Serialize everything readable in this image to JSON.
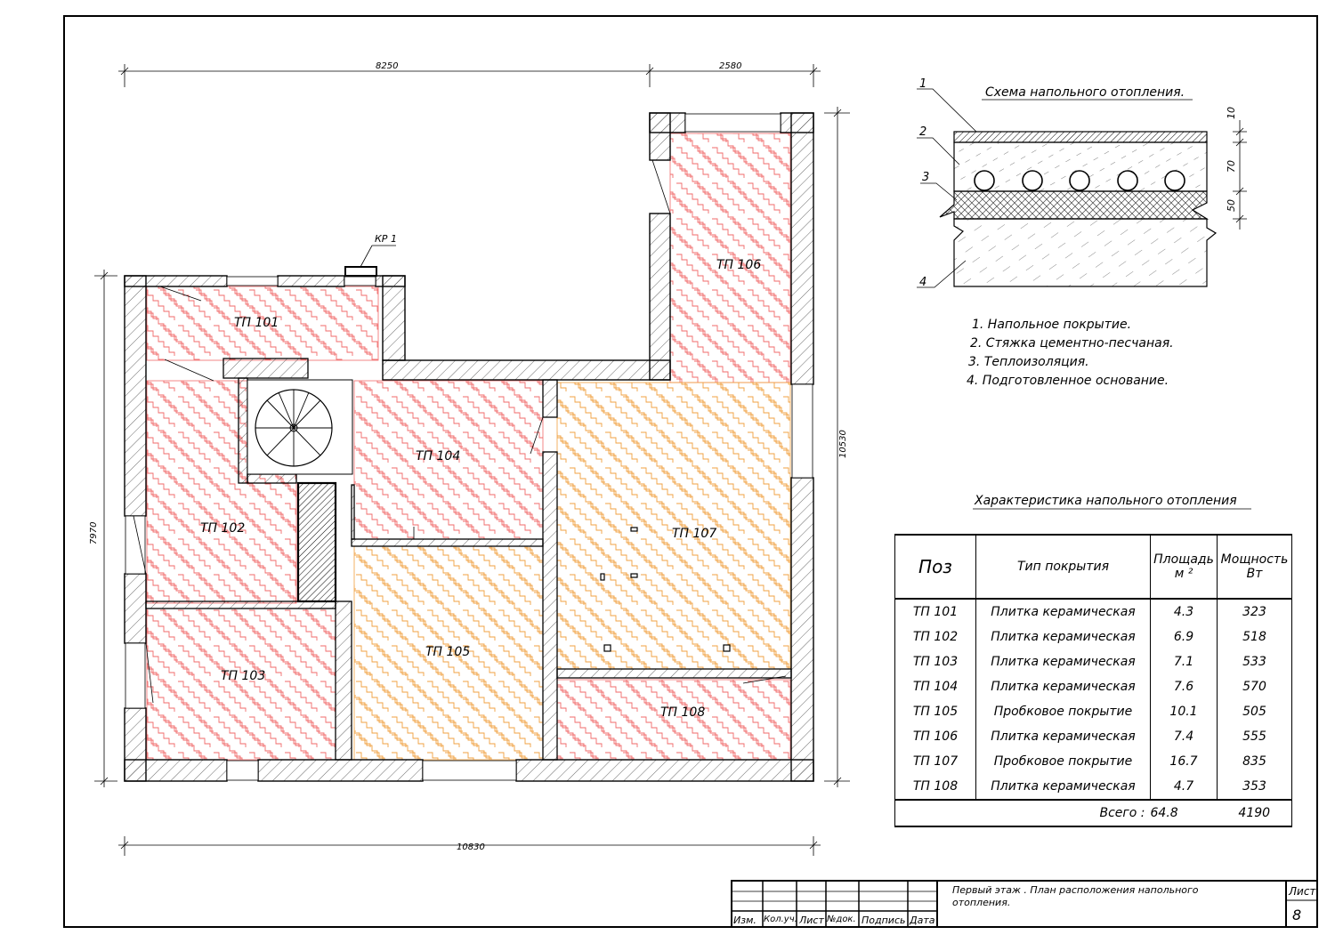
{
  "plan": {
    "rooms": [
      {
        "id": "tp101",
        "label": "ТП 101"
      },
      {
        "id": "tp102",
        "label": "ТП 102"
      },
      {
        "id": "tp103",
        "label": "ТП 103"
      },
      {
        "id": "tp104",
        "label": "ТП 104"
      },
      {
        "id": "tp105",
        "label": "ТП 105"
      },
      {
        "id": "tp106",
        "label": "ТП 106"
      },
      {
        "id": "tp107",
        "label": "ТП 107"
      },
      {
        "id": "tp108",
        "label": "ТП 108"
      }
    ],
    "collector_label": "КР 1",
    "dimensions": {
      "top_left": "8250",
      "top_right": "2580",
      "bottom": "10830",
      "left": "7970",
      "right": "10530"
    },
    "colors": {
      "tile_pattern": "#f06a6a",
      "cork_pattern": "#f0a040",
      "line": "#000000"
    }
  },
  "scheme": {
    "title": "Схема напольного отопления.",
    "callouts": [
      "1",
      "2",
      "3",
      "4"
    ],
    "thickness": [
      "10",
      "70",
      "50"
    ],
    "legend": [
      "1. Напольное покрытие.",
      "2. Стяжка цементно-песчаная.",
      "3. Теплоизоляция.",
      "4. Подготовленное основание."
    ]
  },
  "table": {
    "title": "Характеристика напольного отопления",
    "headers": {
      "pos": "Поз",
      "type": "Тип покрытия",
      "area_line1": "Площадь",
      "area_line2": "м ²",
      "power_line1": "Мощность",
      "power_line2": "Вт"
    },
    "rows": [
      {
        "pos": "ТП 101",
        "type": "Плитка керамическая",
        "area": "4.3",
        "power": "323"
      },
      {
        "pos": "ТП 102",
        "type": "Плитка керамическая",
        "area": "6.9",
        "power": "518"
      },
      {
        "pos": "ТП 103",
        "type": "Плитка керамическая",
        "area": "7.1",
        "power": "533"
      },
      {
        "pos": "ТП 104",
        "type": "Плитка керамическая",
        "area": "7.6",
        "power": "570"
      },
      {
        "pos": "ТП 105",
        "type": "Пробковое покрытие",
        "area": "10.1",
        "power": "505"
      },
      {
        "pos": "ТП 106",
        "type": "Плитка керамическая",
        "area": "7.4",
        "power": "555"
      },
      {
        "pos": "ТП 107",
        "type": "Пробковое покрытие",
        "area": "16.7",
        "power": "835"
      },
      {
        "pos": "ТП 108",
        "type": "Плитка керамическая",
        "area": "4.7",
        "power": "353"
      }
    ],
    "total_label": "Всего :",
    "total_area": "64.8",
    "total_power": "4190"
  },
  "title_block": {
    "columns": [
      "Изм.",
      "Кол.уч.",
      "Лист",
      "№док.",
      "Подпись",
      "Дата"
    ],
    "description": "Первый этаж . План расположения напольного отопления.",
    "sheet_label": "Лист",
    "sheet_number": "8"
  }
}
